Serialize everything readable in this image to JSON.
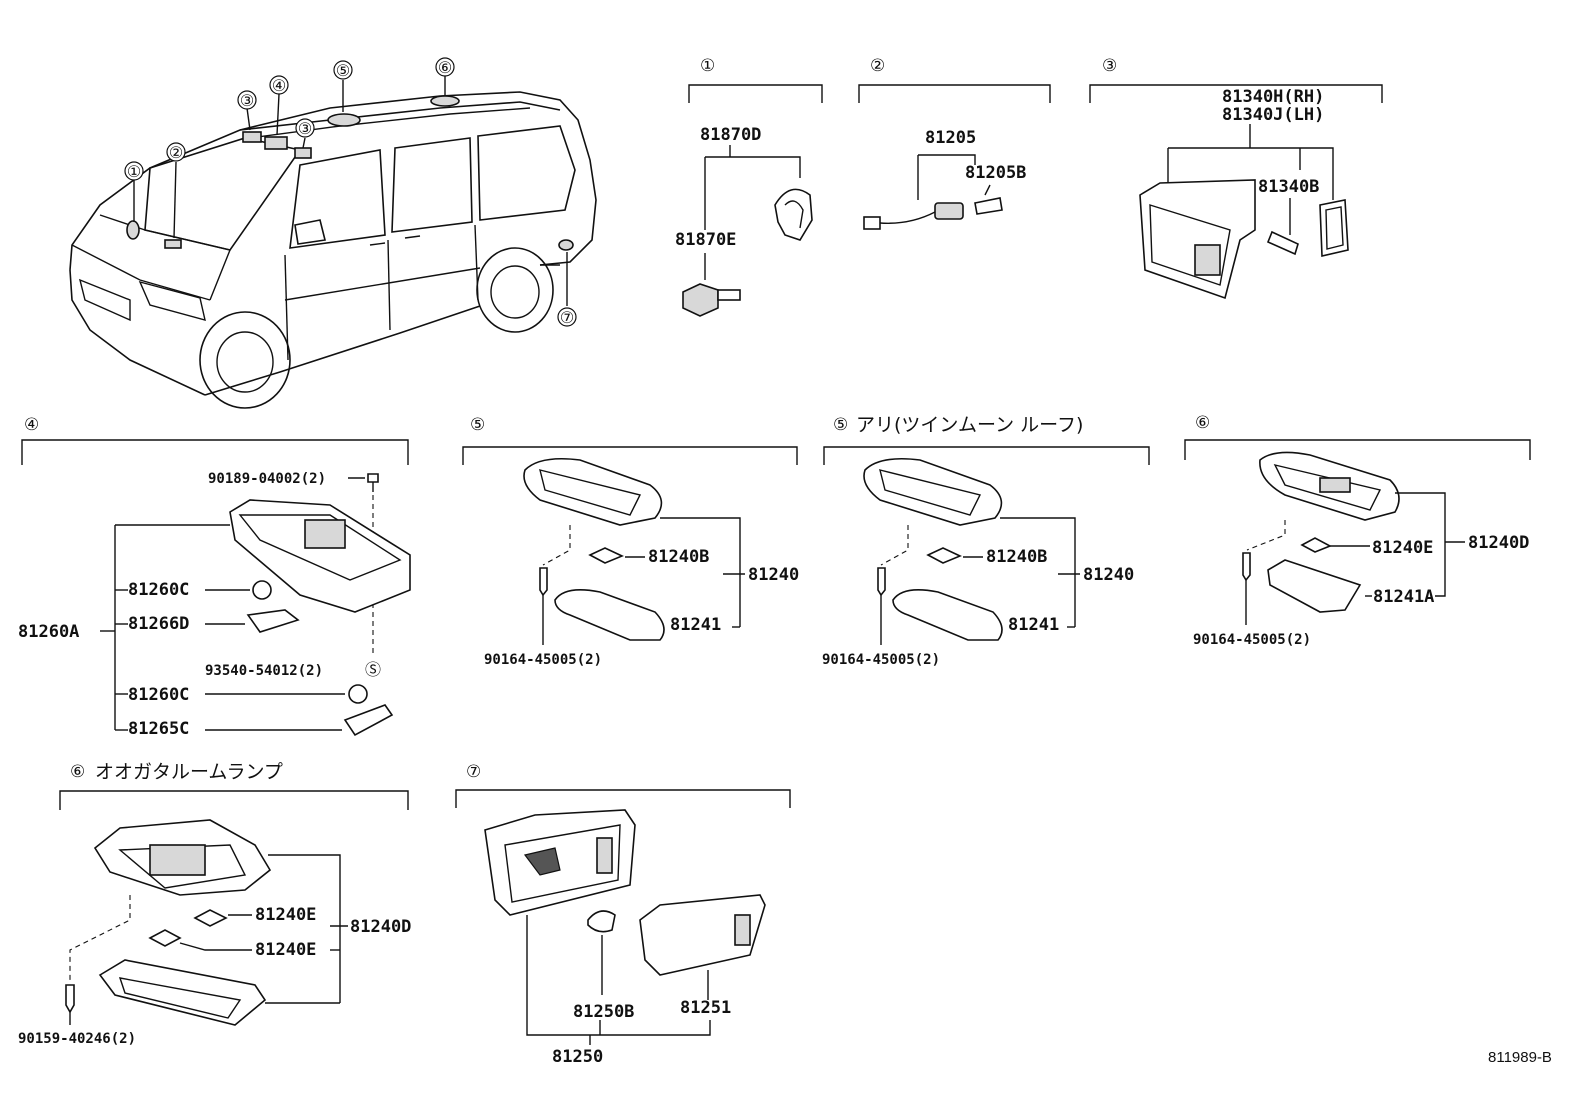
{
  "overview": {
    "callouts": [
      "①",
      "②",
      "③",
      "④",
      "③",
      "⑤",
      "⑥",
      "⑦"
    ]
  },
  "sections": {
    "s1": {
      "marker": "①",
      "parts": [
        "81870D",
        "81870E"
      ]
    },
    "s2": {
      "marker": "②",
      "parts": [
        "81205",
        "81205B"
      ]
    },
    "s3": {
      "marker": "③",
      "parts": [
        "81340H(RH)",
        "81340J(LH)",
        "81340B"
      ]
    },
    "s4": {
      "marker": "④",
      "parts": [
        "90189-04002(2)",
        "81260C",
        "81266D",
        "81260A",
        "93540-54012(2)",
        "Ⓢ",
        "81260C",
        "81265C"
      ]
    },
    "s5": {
      "marker": "⑤",
      "parts": [
        "81240B",
        "81240",
        "81241",
        "90164-45005(2)"
      ]
    },
    "s5b": {
      "marker": "⑤",
      "title": "アリ(ツインムーン ルーフ)",
      "parts": [
        "81240B",
        "81240",
        "81241",
        "90164-45005(2)"
      ]
    },
    "s6": {
      "marker": "⑥",
      "parts": [
        "81240E",
        "81240D",
        "81241A",
        "90164-45005(2)"
      ]
    },
    "s6b": {
      "marker": "⑥",
      "title": "オオガタルームランプ",
      "parts": [
        "81240E",
        "81240D",
        "81240E",
        "90159-40246(2)"
      ]
    },
    "s7": {
      "marker": "⑦",
      "parts": [
        "81250B",
        "81251",
        "81250"
      ]
    }
  },
  "footer": {
    "code": "811989-B"
  }
}
